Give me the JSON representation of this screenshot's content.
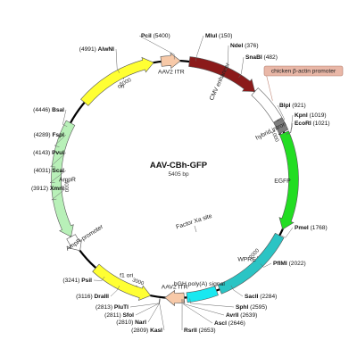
{
  "plasmid": {
    "name": "AAV-CBh-GFP",
    "size_label": "5405 bp",
    "length": 5405
  },
  "ticks": [
    {
      "pos": 1000,
      "label": "1000"
    },
    {
      "pos": 2000,
      "label": "2000"
    },
    {
      "pos": 3000,
      "label": "3000"
    },
    {
      "pos": 4000,
      "label": "4000"
    },
    {
      "pos": 5000,
      "label": "5000"
    }
  ],
  "features": [
    {
      "key": "cmv-enhancer",
      "label": "CMV enhancer",
      "start": 5510,
      "end": 6040,
      "color": "#8b1a1a",
      "lane": 0,
      "dir": 1
    },
    {
      "key": "chicken-beta-actin-promoter",
      "label": "chicken β-actin promoter",
      "start": 6040,
      "end": 6305,
      "color": "#ffffff",
      "lane": 0,
      "dir": 0,
      "callout": true
    },
    {
      "key": "hybrid-intron",
      "label": "hybrid intron",
      "start": 6310,
      "end": 6400,
      "color": "#7d7d7d",
      "lane": 0,
      "dir": 0
    },
    {
      "key": "egfp",
      "label": "EGFP",
      "start": 6410,
      "end": 7130,
      "color": "#22dd22",
      "lane": 0,
      "dir": 1
    },
    {
      "key": "wpre",
      "label": "WPRE",
      "start": 7180,
      "end": 7775,
      "color": "#2bc4c4",
      "lane": 0,
      "dir": 0
    },
    {
      "key": "bgh-polya",
      "label": "bGH poly(A) signal",
      "start": 7800,
      "end": 8020,
      "color": "#19e8f0",
      "lane": 0,
      "dir": 0
    },
    {
      "key": "aav2-itr-right",
      "label": "AAV2 ITR",
      "start": 8040,
      "end": 8180,
      "color": "#f7c9a8",
      "lane": 0,
      "dir": 1
    },
    {
      "key": "f1-ori",
      "label": "f1 ori",
      "start": 2880,
      "end": 3330,
      "color": "#ffff33",
      "lane": 0,
      "dir": -1
    },
    {
      "key": "ampr-promoter",
      "label": "AmpR promoter",
      "start": 3500,
      "end": 3620,
      "color": "#ffffff",
      "lane": 0,
      "dir": -1
    },
    {
      "key": "ampr",
      "label": "AmpR",
      "start": 3620,
      "end": 4480,
      "color": "#b8f0b8",
      "lane": 0,
      "dir": -1
    },
    {
      "key": "ori",
      "label": "ori",
      "start": 4660,
      "end": 5250,
      "color": "#ffff33",
      "lane": 0,
      "dir": 1
    },
    {
      "key": "aav2-itr-left",
      "label": "AAV2 ITR",
      "start": 5305,
      "end": 5445,
      "color": "#f7c9a8",
      "lane": 0,
      "dir": 1
    }
  ],
  "inner_labels": [
    {
      "key": "factor-xa-site",
      "label": "Factor Xa site"
    }
  ],
  "sites": [
    {
      "key": "pcii",
      "name": "PciI",
      "pos": "5400",
      "side": "right"
    },
    {
      "key": "mlui",
      "name": "MluI",
      "pos": "150",
      "side": "right"
    },
    {
      "key": "ndei",
      "name": "NdeI",
      "pos": "376",
      "side": "right"
    },
    {
      "key": "snabi",
      "name": "SnaBI",
      "pos": "482",
      "side": "right"
    },
    {
      "key": "blpi",
      "name": "BlpI",
      "pos": "921",
      "side": "right"
    },
    {
      "key": "kpni",
      "name": "KpnI",
      "pos": "1019",
      "side": "right"
    },
    {
      "key": "ecori",
      "name": "EcoRI",
      "pos": "1021",
      "side": "right"
    },
    {
      "key": "pmei",
      "name": "PmeI",
      "pos": "1768",
      "side": "right"
    },
    {
      "key": "pflmi",
      "name": "PflMI",
      "pos": "2022",
      "side": "right"
    },
    {
      "key": "sacii",
      "name": "SacII",
      "pos": "2284",
      "side": "right"
    },
    {
      "key": "sphi",
      "name": "SphI",
      "pos": "2595",
      "side": "right"
    },
    {
      "key": "avrii",
      "name": "AvrII",
      "pos": "2639",
      "side": "right"
    },
    {
      "key": "asci",
      "name": "AscI",
      "pos": "2646",
      "side": "right"
    },
    {
      "key": "rsrii",
      "name": "RsrII",
      "pos": "2653",
      "side": "right"
    },
    {
      "key": "kasi",
      "name": "KasI",
      "pos": "2809",
      "side": "left"
    },
    {
      "key": "nari",
      "name": "NarI",
      "pos": "2810",
      "side": "left"
    },
    {
      "key": "sfoi",
      "name": "SfoI",
      "pos": "2811",
      "side": "left"
    },
    {
      "key": "plutI",
      "name": "PluTI",
      "pos": "2813",
      "side": "left"
    },
    {
      "key": "draiii",
      "name": "DraIII",
      "pos": "3116",
      "side": "left"
    },
    {
      "key": "psii",
      "name": "PsiI",
      "pos": "3241",
      "side": "left"
    },
    {
      "key": "xmni",
      "name": "XmnI",
      "pos": "3912",
      "side": "left"
    },
    {
      "key": "scai",
      "name": "ScaI",
      "pos": "4031",
      "side": "left"
    },
    {
      "key": "pvui",
      "name": "PvuI",
      "pos": "4143",
      "side": "left"
    },
    {
      "key": "fspi",
      "name": "FspI",
      "pos": "4289",
      "side": "left"
    },
    {
      "key": "bsai",
      "name": "BsaI",
      "pos": "4446",
      "side": "left"
    },
    {
      "key": "alwni",
      "name": "AlwNI",
      "pos": "4991",
      "side": "left"
    }
  ]
}
